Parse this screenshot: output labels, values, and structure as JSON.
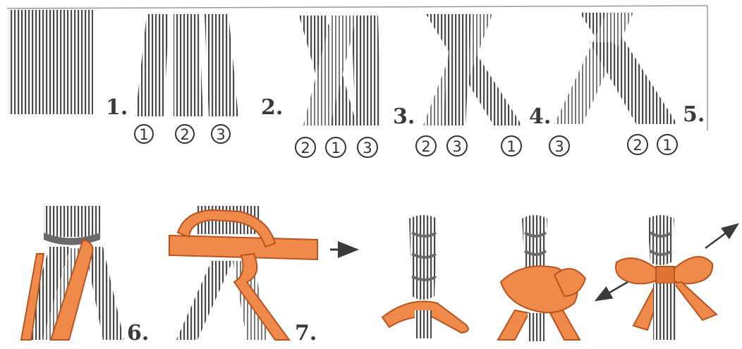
{
  "colors": {
    "strand": "#555555",
    "strand_light": "#8a8a8a",
    "ribbon": "#f08a4b",
    "ribbon_dark": "#c85a22",
    "outline": "#3a3a3a"
  },
  "icons": [
    "arrow-right-icon",
    "double-arrow-icon"
  ],
  "steps": [
    {
      "label": "1.",
      "strand_numbers": [
        "1",
        "2",
        "3"
      ]
    },
    {
      "label": "2.",
      "strand_numbers": [
        "2",
        "1",
        "3"
      ]
    },
    {
      "label": "3.",
      "strand_numbers": [
        "2",
        "3",
        "1"
      ]
    },
    {
      "label": "4.",
      "strand_numbers": [
        "3"
      ]
    },
    {
      "label": "5.",
      "strand_numbers": [
        "2",
        "1"
      ]
    },
    {
      "label": "6."
    },
    {
      "label": "7."
    }
  ]
}
